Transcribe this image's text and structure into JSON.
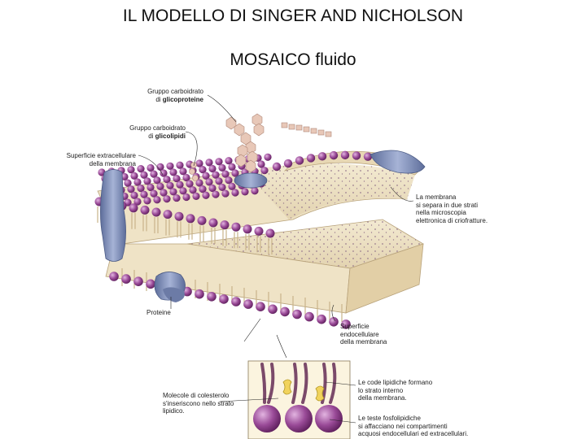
{
  "title": "IL MODELLO DI SINGER AND NICHOLSON",
  "subtitle": "MOSAICO fluido",
  "labels": {
    "glycoprotein_line1": "Gruppo carboidrato",
    "glycoprotein_line2_prefix": "di ",
    "glycoprotein_line2_bold": "glicoproteine",
    "glycolipid_line1": "Gruppo carboidrato",
    "glycolipid_line2_prefix": "di ",
    "glycolipid_line2_bold": "glicolipidi",
    "extracellular_line1": "Superficie extracellulare",
    "extracellular_line2": "della membrana",
    "separates_line1": "La membrana",
    "separates_line2": "si separa in due strati",
    "separates_line3": "nella microscopia",
    "separates_line4": "elettronica di criofratture.",
    "proteins": "Proteine",
    "endocellular_line1": "Superficie",
    "endocellular_line2": "endocellulare",
    "endocellular_line3": "della membrana",
    "cholesterol_line1": "Molecole di colesterolo",
    "cholesterol_line2": "s'inseriscono nello strato",
    "cholesterol_line3": "lipidico.",
    "tails_line1": "Le code lipidiche formano",
    "tails_line2": "lo strato interno",
    "tails_line3": "della membrana.",
    "heads_line1": "Le teste fosfolipidiche",
    "heads_line2": "si affacciano nei compartimenti",
    "heads_line3": "acquosi endocellulari ed extracellulari."
  },
  "colors": {
    "head": "#8e3f8c",
    "head_light": "#c98bc7",
    "tail": "#e8dcc0",
    "protein": "#7f8fb8",
    "carbohydrate": "#e8c8b8"
  }
}
